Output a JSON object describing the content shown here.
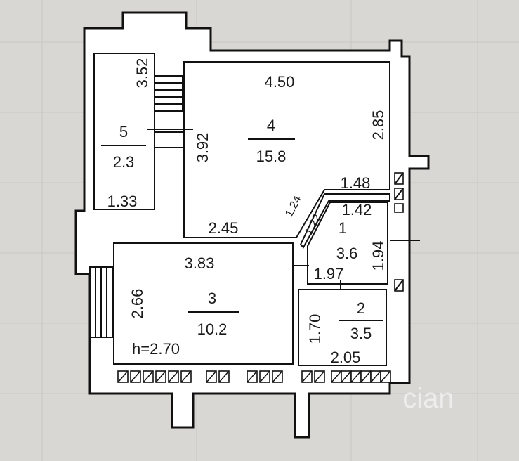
{
  "colors": {
    "paper": "#d9d7d4",
    "line": "#111111",
    "room": "#ffffff",
    "grid": "#c9c7c4"
  },
  "rooms": [
    {
      "id": "room-1",
      "number": "1",
      "area": "3.6",
      "width": "1.42",
      "depth": "1.94",
      "bottom": "1.97"
    },
    {
      "id": "room-2",
      "number": "2",
      "area": "3.5",
      "height": "1.70",
      "width": "2.05"
    },
    {
      "id": "room-3",
      "number": "3",
      "area": "10.2",
      "width": "3.83",
      "height": "2.66",
      "ceiling": "h=2.70"
    },
    {
      "id": "room-4",
      "number": "4",
      "area": "15.8",
      "width": "4.50",
      "height": "3.92",
      "side": "2.85",
      "bottom": "2.45"
    },
    {
      "id": "room-5",
      "number": "5",
      "area": "2.3",
      "height": "3.52",
      "width": "1.33"
    }
  ],
  "corridor": {
    "top": "1.48",
    "diag_a": "1.24",
    "diag_b": "1.22"
  },
  "watermark": "cian"
}
